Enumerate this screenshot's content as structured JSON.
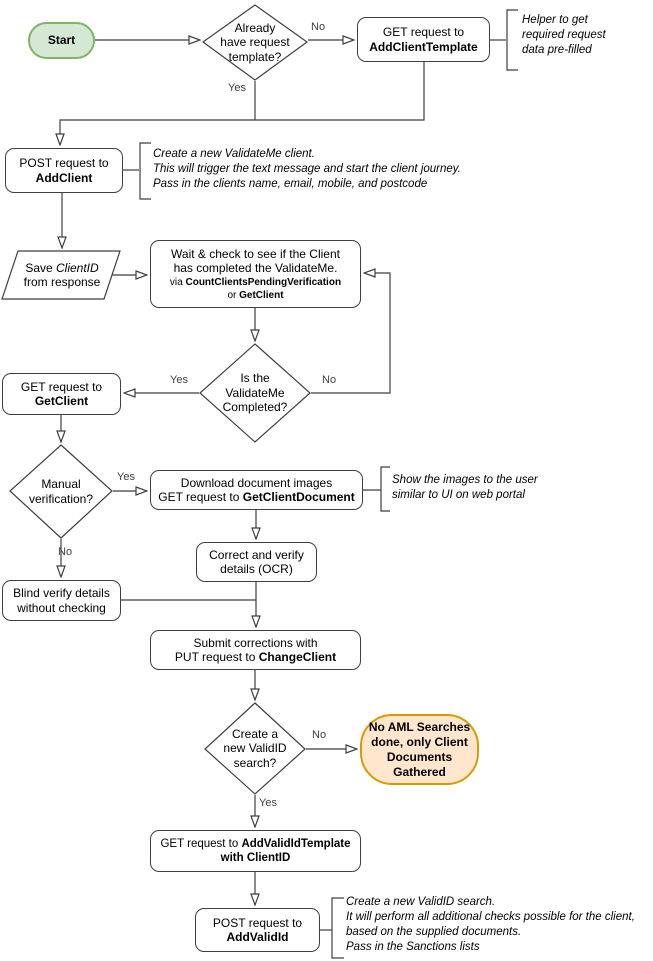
{
  "colors": {
    "stroke": "#3f3f3f",
    "start_fill": "#d5e8d4",
    "start_stroke": "#82b366",
    "end_fill": "#ffe6cc",
    "end_stroke": "#d79b00"
  },
  "nodes": {
    "start": {
      "label": "Start"
    },
    "decision_template": {
      "l1": "Already",
      "l2": "have request",
      "l3": "template?"
    },
    "get_add_client_template": {
      "l1": "GET request to",
      "l2": "AddClientTemplate"
    },
    "post_add_client": {
      "l1": "POST request to",
      "l2": "AddClient"
    },
    "save_client_id": {
      "l1a": "Save ",
      "l1b": "ClientID",
      "l2": "from response"
    },
    "wait_check": {
      "l1": "Wait & check to see if the Client",
      "l2": "has completed the ValidateMe.",
      "l3a": "via ",
      "l3b": "CountClientsPendingVerification",
      "l4a": "or ",
      "l4b": "GetClient"
    },
    "decision_completed": {
      "l1": "Is the",
      "l2": "ValidateMe",
      "l3": "Completed?"
    },
    "get_get_client": {
      "l1": "GET request to",
      "l2": "GetClient"
    },
    "decision_manual": {
      "l1": "Manual",
      "l2": "verification?"
    },
    "download_docs": {
      "l1": "Download document images",
      "l2a": "GET request to ",
      "l2b": "GetClientDocument"
    },
    "correct_verify": {
      "l1": "Correct and verify",
      "l2": "details (OCR)"
    },
    "blind_verify": {
      "l1": "Blind verify details",
      "l2": "without checking"
    },
    "submit_corrections": {
      "l1": "Submit corrections with",
      "l2a": "PUT request to ",
      "l2b": "ChangeClient"
    },
    "decision_validid": {
      "l1": "Create a",
      "l2": "new ValidID",
      "l3": "search?"
    },
    "no_aml": {
      "l1": "No AML Searches",
      "l2": "done, only Client",
      "l3": "Documents",
      "l4": "Gathered"
    },
    "get_add_validid_template": {
      "l1a": "GET request to ",
      "l1b": "AddValidIdTemplate",
      "l2": "with ClientID"
    },
    "post_add_validid": {
      "l1": "POST request to",
      "l2": "AddValidId"
    }
  },
  "edge_labels": {
    "template_no": "No",
    "template_yes": "Yes",
    "completed_yes": "Yes",
    "completed_no": "No",
    "manual_yes": "Yes",
    "manual_no": "No",
    "validid_no": "No",
    "validid_yes": "Yes"
  },
  "annotations": {
    "template_helper": {
      "l1": "Helper to get",
      "l2": "required request",
      "l3": "data pre-filled"
    },
    "add_client": {
      "l1": "Create a new ValidateMe client.",
      "l2": "This will trigger the text message and start the client journey.",
      "l3": "Pass in the clients name, email, mobile, and postcode"
    },
    "show_images": {
      "l1": "Show the images to the user",
      "l2": "similar to UI on web portal"
    },
    "add_validid": {
      "l1": "Create a new ValidID search.",
      "l2": "It will perform all additional checks possible for the client,",
      "l3": "based on the supplied documents.",
      "l4": "Pass in the Sanctions lists"
    }
  }
}
